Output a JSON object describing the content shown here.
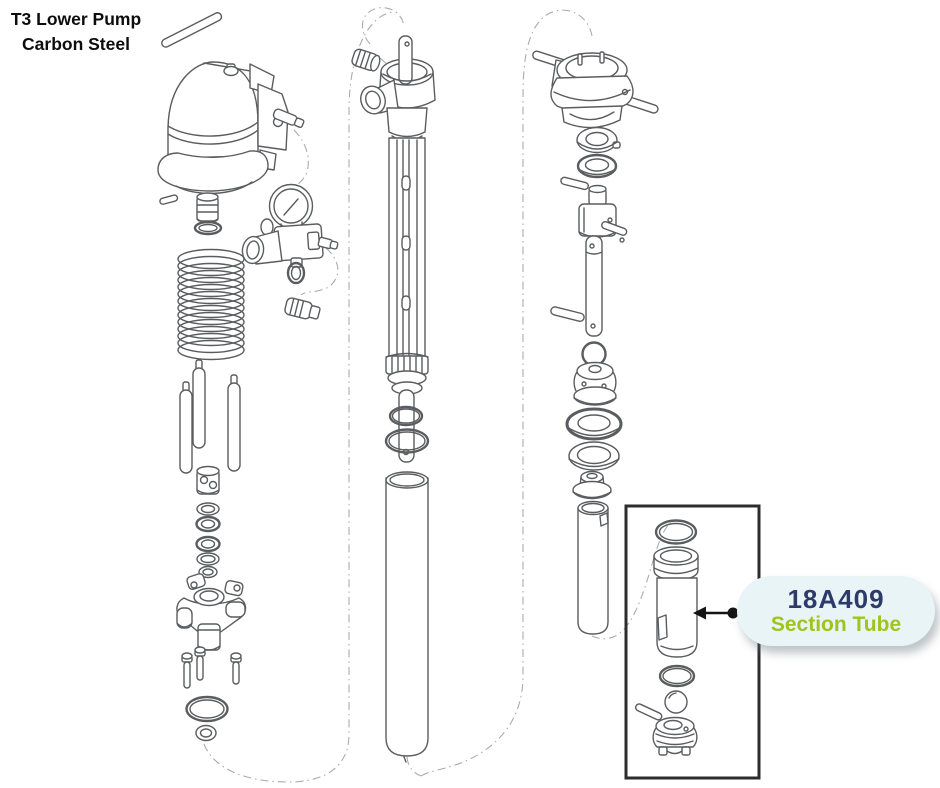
{
  "title": {
    "line1": "T3 Lower Pump",
    "line2": "Carbon Steel"
  },
  "callout": {
    "part_number": "18A409",
    "part_name": "Section Tube"
  },
  "colors": {
    "part_number_text": "#2e3b69",
    "part_name_text": "#9fc41d",
    "callout_bg": "#e9f4f6",
    "line_art": "#5a5c5f",
    "assembly_dash_lines": "#a8acae",
    "highlight_box": "#2c2c2c",
    "arrow": "#141414"
  },
  "diagram": {
    "type": "exploded-parts-diagram",
    "highlighted_part": "section-tube",
    "parts": [
      "air-motor",
      "pin",
      "packing-nut",
      "air-regulator-gauge",
      "plug-fitting",
      "coil-spring",
      "tie-rods",
      "coupling-nut",
      "seal-washer-stack",
      "pump-manifold",
      "mounting-bolts",
      "o-ring-large",
      "grommet",
      "pump-head",
      "tube-housing",
      "packing-stack",
      "piston-rod",
      "o-rings",
      "cylinder-tube",
      "tri-clamp-coupler",
      "retaining-nut",
      "seal-ring",
      "dowel-pins",
      "connector-block",
      "retaining-ring",
      "piston-valve",
      "seal-stack",
      "throat-gland",
      "outer-cylinder",
      "section-tube",
      "ball",
      "foot-valve"
    ]
  }
}
